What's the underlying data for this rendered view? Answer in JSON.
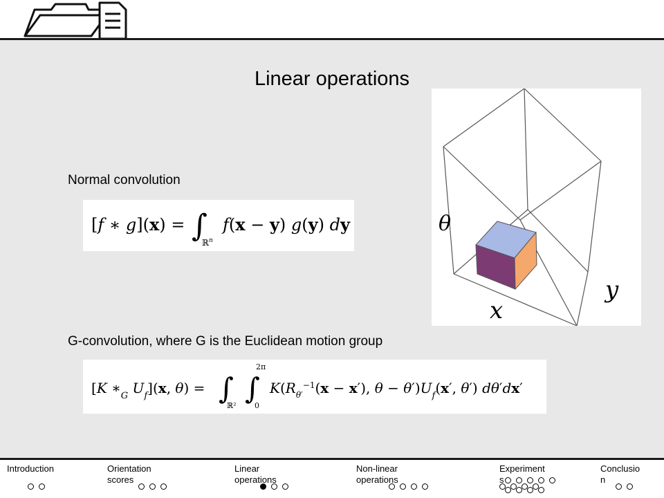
{
  "slide": {
    "title": "Linear operations",
    "section1_label": "Normal convolution",
    "section2_label": "G-convolution, where G is the Euclidean motion group"
  },
  "formulas": {
    "normal_convolution": "[f ∗ g](x) = ∫ℝⁿ f(x − y) g(y) dy",
    "g_convolution": "[K ∗G Uf](x, θ) = ∫ℝ² ∫0^2π K(Rθ′⁻¹(x − x′), θ − θ′) Uf(x′, θ′) dθ′dx′"
  },
  "cube_figure": {
    "axis_theta": "θ",
    "axis_x": "x",
    "axis_y": "y",
    "colors": {
      "top": "#a9b9e6",
      "front": "#7c3b73",
      "side": "#f4a86c",
      "edge": "#555555"
    }
  },
  "nav": {
    "sections": [
      {
        "label": "Introduction",
        "dots": 2,
        "active": -1
      },
      {
        "label": "Orientation\nscores",
        "dots": 3,
        "active": -1
      },
      {
        "label": "Linear\noperations",
        "dots": 3,
        "active": 0
      },
      {
        "label": "Non-linear\noperations",
        "dots": 4,
        "active": -1
      },
      {
        "label": "Experiment\ns",
        "dots": 13,
        "active": -1
      },
      {
        "label": "Conclusio\nn",
        "dots": 2,
        "active": -1
      }
    ]
  },
  "icons": {
    "logo": "folder-document-icon"
  }
}
